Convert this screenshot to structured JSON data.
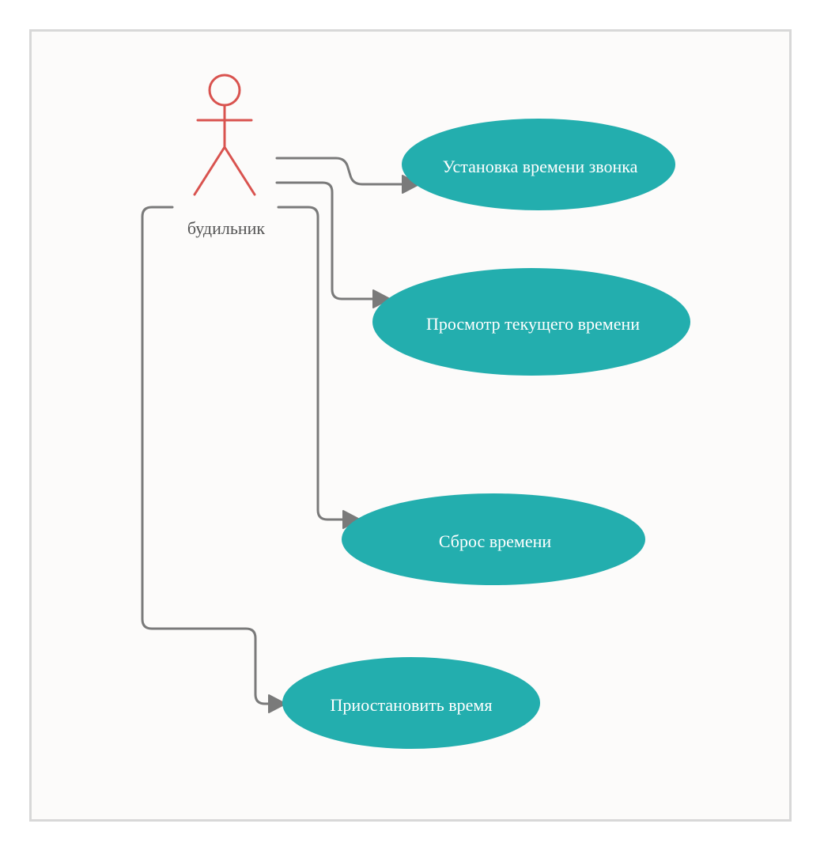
{
  "actor": {
    "label": "будильник",
    "color": "#d9534f"
  },
  "use_cases": [
    {
      "label": "Установка времени звонка"
    },
    {
      "label": "Просмотр текущего времени"
    },
    {
      "label": "Сброс времени"
    },
    {
      "label": "Приостановить время"
    }
  ],
  "colors": {
    "use_case_fill": "#23aeae",
    "edge": "#7a7a7a",
    "canvas": "#fcfbfa",
    "border": "#d8d8d8"
  }
}
